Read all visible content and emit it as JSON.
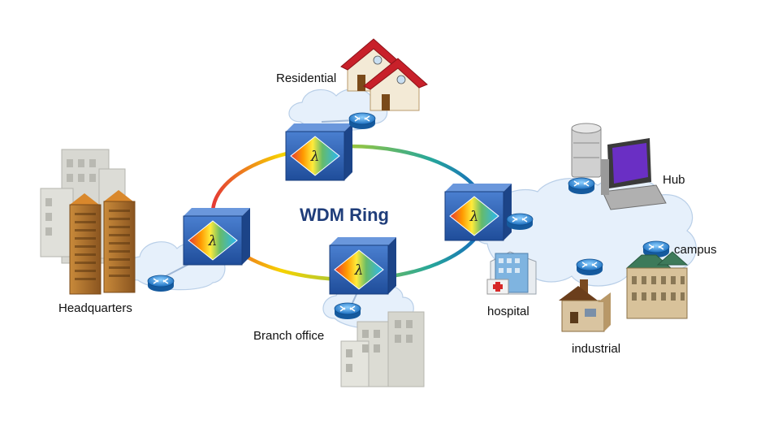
{
  "diagram": {
    "title": "WDM Ring",
    "node_symbol": "λ",
    "labels": {
      "residential": "Residential",
      "headquarters": "Headquarters",
      "branch_office": "Branch office",
      "hub": "Hub",
      "campus": "campus",
      "hospital": "hospital",
      "industrial": "industrial"
    },
    "colors": {
      "node_box": "#2f63b5",
      "cloud": "#e6f0fb",
      "router": "#2a7fd0",
      "title": "#1f3d7a"
    },
    "icons": [
      "house-icon",
      "office-building-icon",
      "server-icon",
      "computer-icon",
      "hospital-icon",
      "factory-icon",
      "campus-building-icon",
      "router-icon",
      "wdm-node-icon"
    ]
  }
}
